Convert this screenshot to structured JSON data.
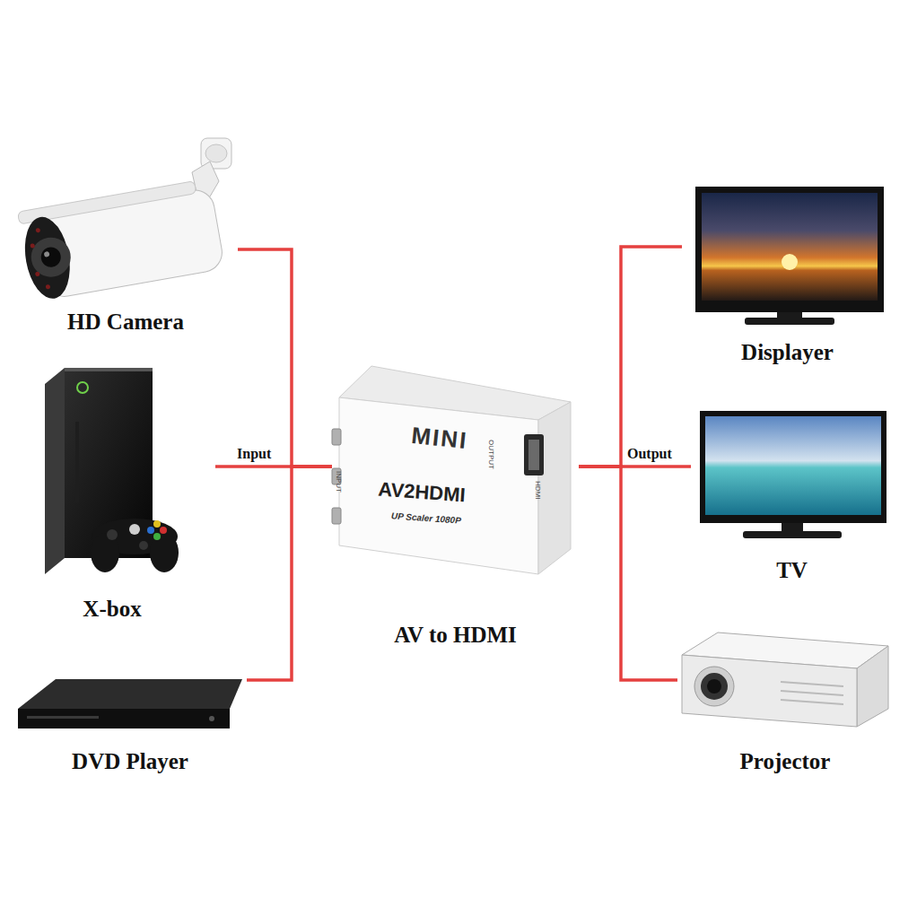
{
  "diagram": {
    "nodes": [
      {
        "text": [
          "HD Camera"
        ]
      },
      {
        "text": [
          "X-box"
        ]
      },
      {
        "text": [
          "DVD Player"
        ]
      },
      {
        "text": [
          "MINI",
          "AV2HDMI",
          "UP Scaler 1080P",
          "AV to HDMI"
        ]
      },
      {
        "text": [
          "Displayer"
        ]
      },
      {
        "text": [
          "TV"
        ]
      },
      {
        "text": [
          "Projector"
        ]
      }
    ],
    "edges": [
      {
        "from": 0,
        "to": 3,
        "arrow": "none"
      },
      {
        "from": 1,
        "to": 3,
        "label": "Input",
        "arrow": "none"
      },
      {
        "from": 2,
        "to": 3,
        "arrow": "none"
      },
      {
        "from": 3,
        "to": 4,
        "arrow": "none"
      },
      {
        "from": 3,
        "to": 5,
        "label": "Output",
        "arrow": "none"
      },
      {
        "from": 3,
        "to": 6,
        "arrow": "none"
      }
    ],
    "labels": [
      "INPUT",
      "OUTPUT",
      "HDMI"
    ]
  }
}
